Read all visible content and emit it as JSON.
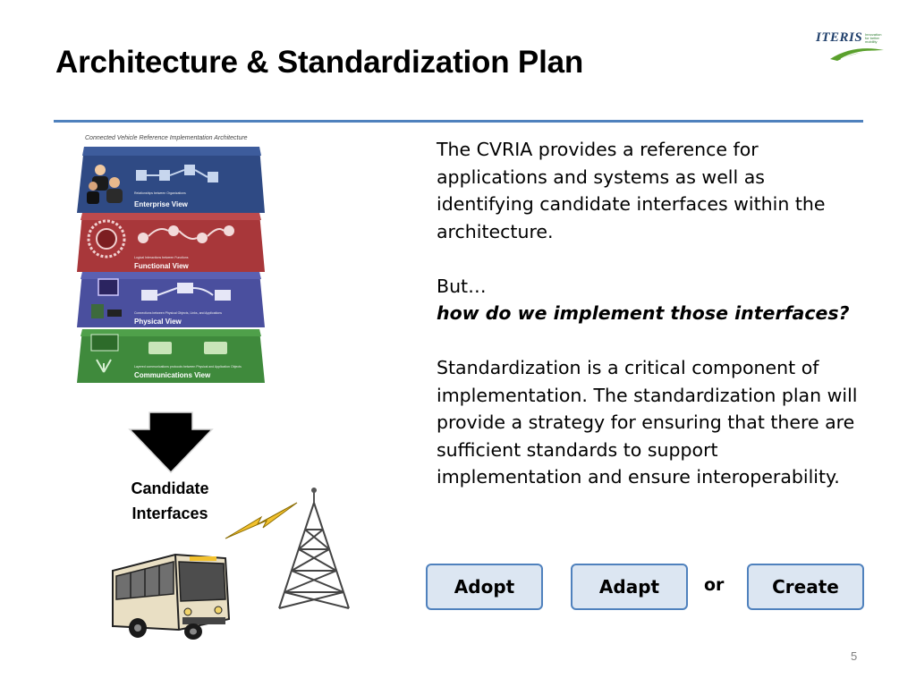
{
  "slide": {
    "title": "Architecture & Standardization Plan",
    "page_number": "5"
  },
  "logo": {
    "wordmark": "ITERIS",
    "tagline": "Innovation for better mobility"
  },
  "diagram": {
    "caption": "Connected Vehicle Reference Implementation Architecture",
    "layers": [
      {
        "title": "Enterprise View",
        "subtitle": "Relationships between Organizations"
      },
      {
        "title": "Functional View",
        "subtitle": "Logical Interactions between Functions"
      },
      {
        "title": "Physical View",
        "subtitle": "Connections between Physical Objects, Links, and Applications"
      },
      {
        "title": "Communications View",
        "subtitle": "Layered communications protocols between Physical and Application Objects"
      }
    ],
    "arrow_label_line1": "Candidate",
    "arrow_label_line2": "Interfaces"
  },
  "body": {
    "para1": "The CVRIA provides a reference for applications and systems as well as identifying candidate interfaces within the architecture.",
    "para2_line1": "But…",
    "para2_line2": "how do we implement those interfaces?",
    "para3": "Standardization is a critical component of implementation.  The standardization plan will provide a strategy for ensuring that there are sufficient standards to support implementation and ensure interoperability."
  },
  "options": {
    "adopt": "Adopt",
    "adapt": "Adapt",
    "or": "or",
    "create": "Create"
  },
  "colors": {
    "accent_rule": "#4f81bd",
    "button_fill": "#dce6f2",
    "enterprise_layer": "#2f4a84",
    "functional_layer": "#a8373a",
    "physical_layer": "#4a4f9e",
    "communications_layer": "#3f8a3c"
  }
}
